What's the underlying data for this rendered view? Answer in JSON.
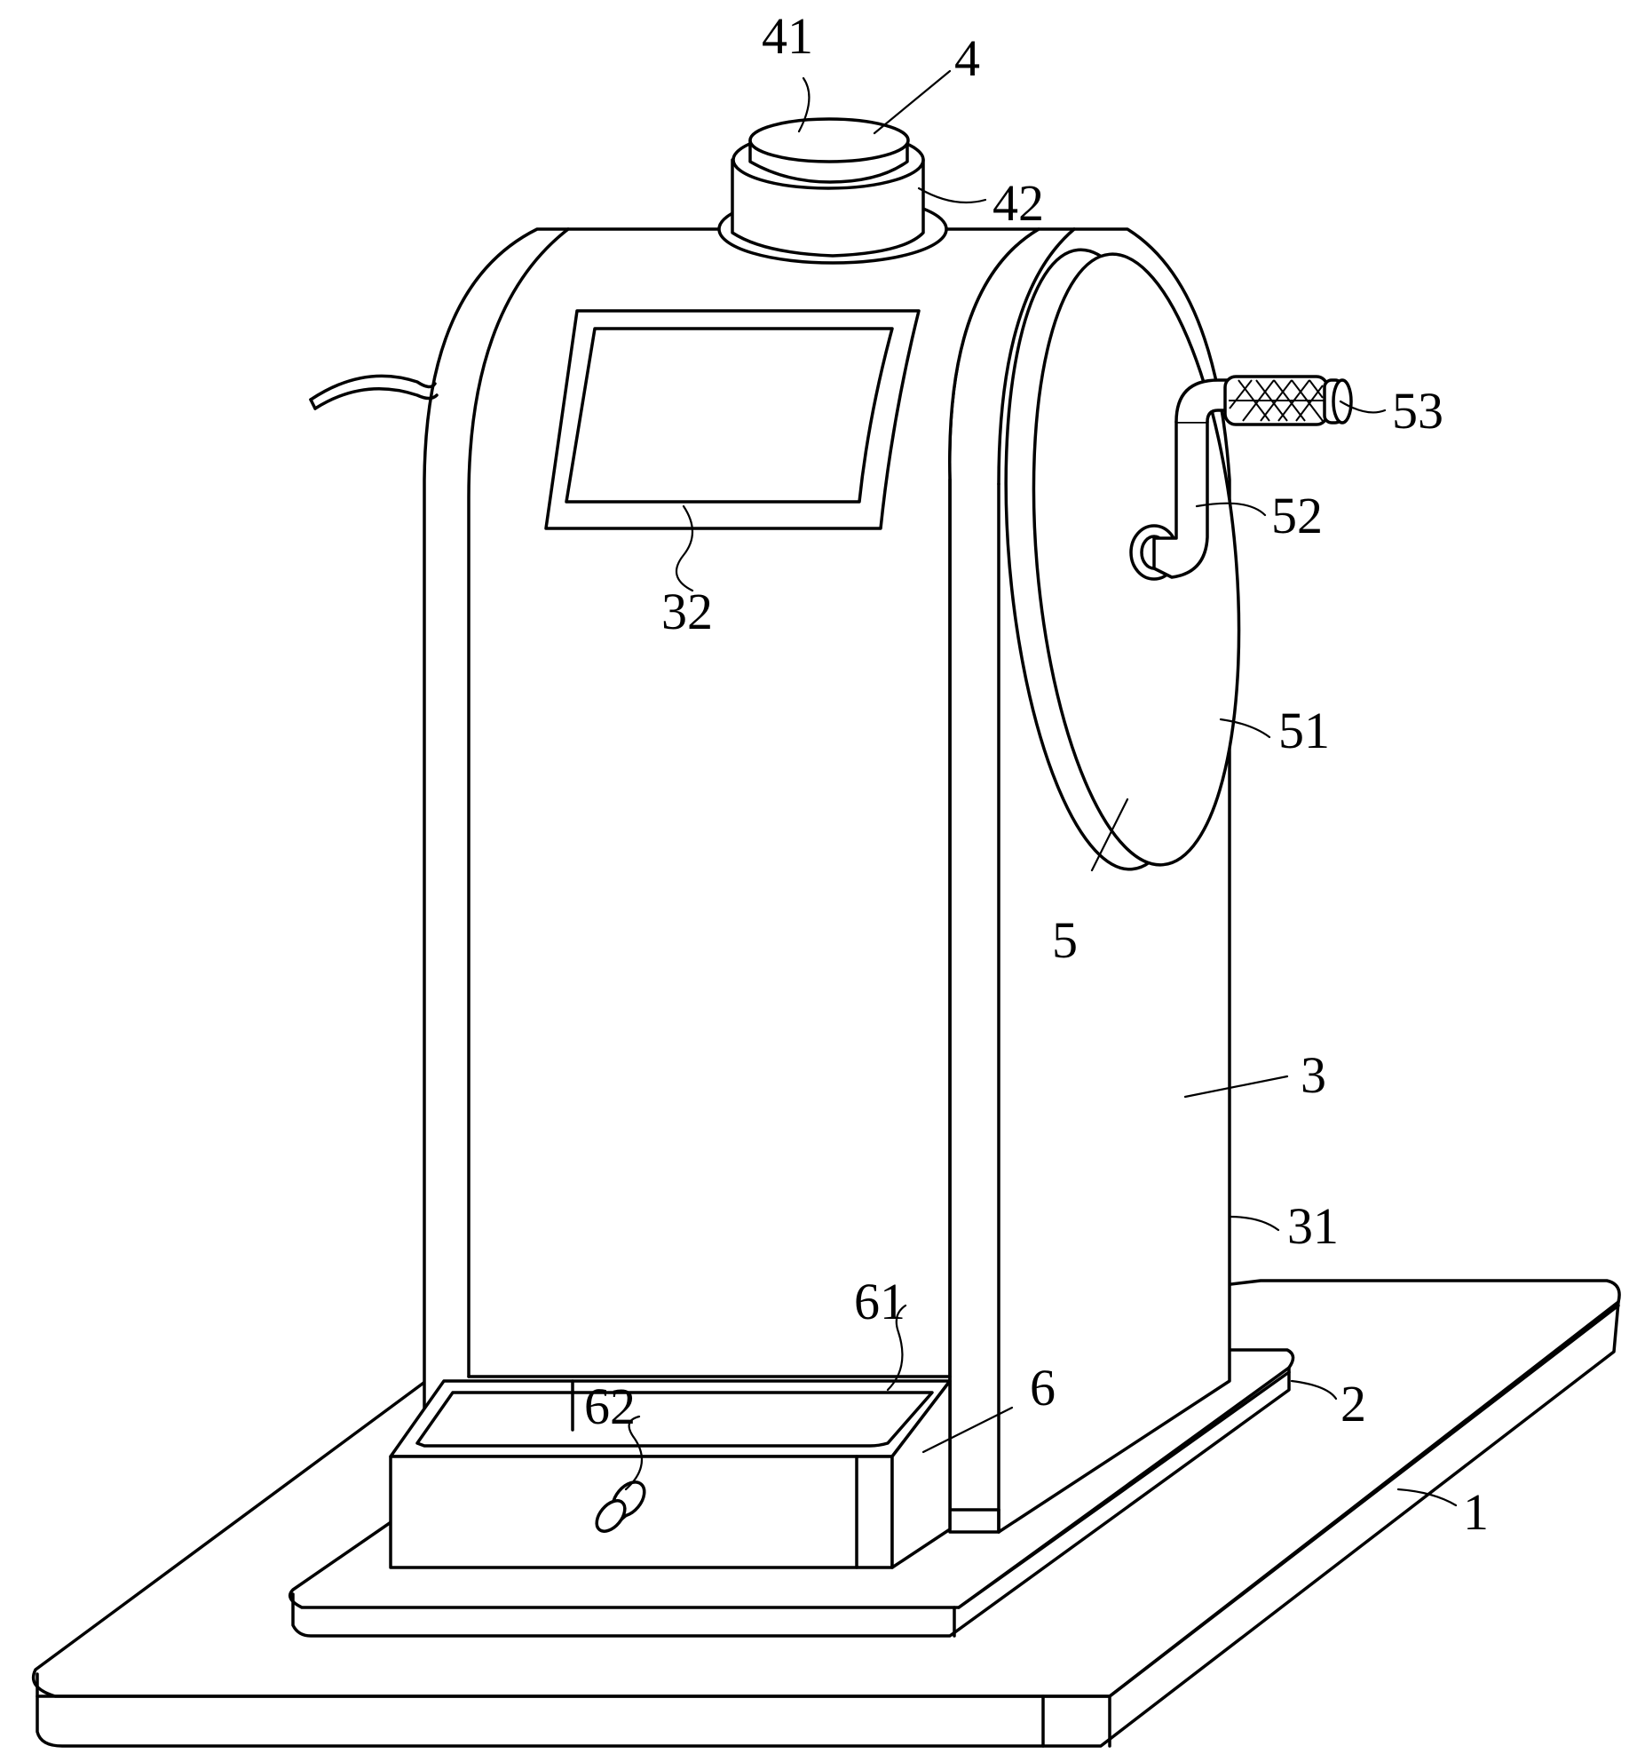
{
  "labels": {
    "l41": "41",
    "l4": "4",
    "l42": "42",
    "l53": "53",
    "l52": "52",
    "l32": "32",
    "l51": "51",
    "l5": "5",
    "l3": "3",
    "l31": "31",
    "l61": "61",
    "l62": "62",
    "l6": "6",
    "l2": "2",
    "l1": "1"
  }
}
